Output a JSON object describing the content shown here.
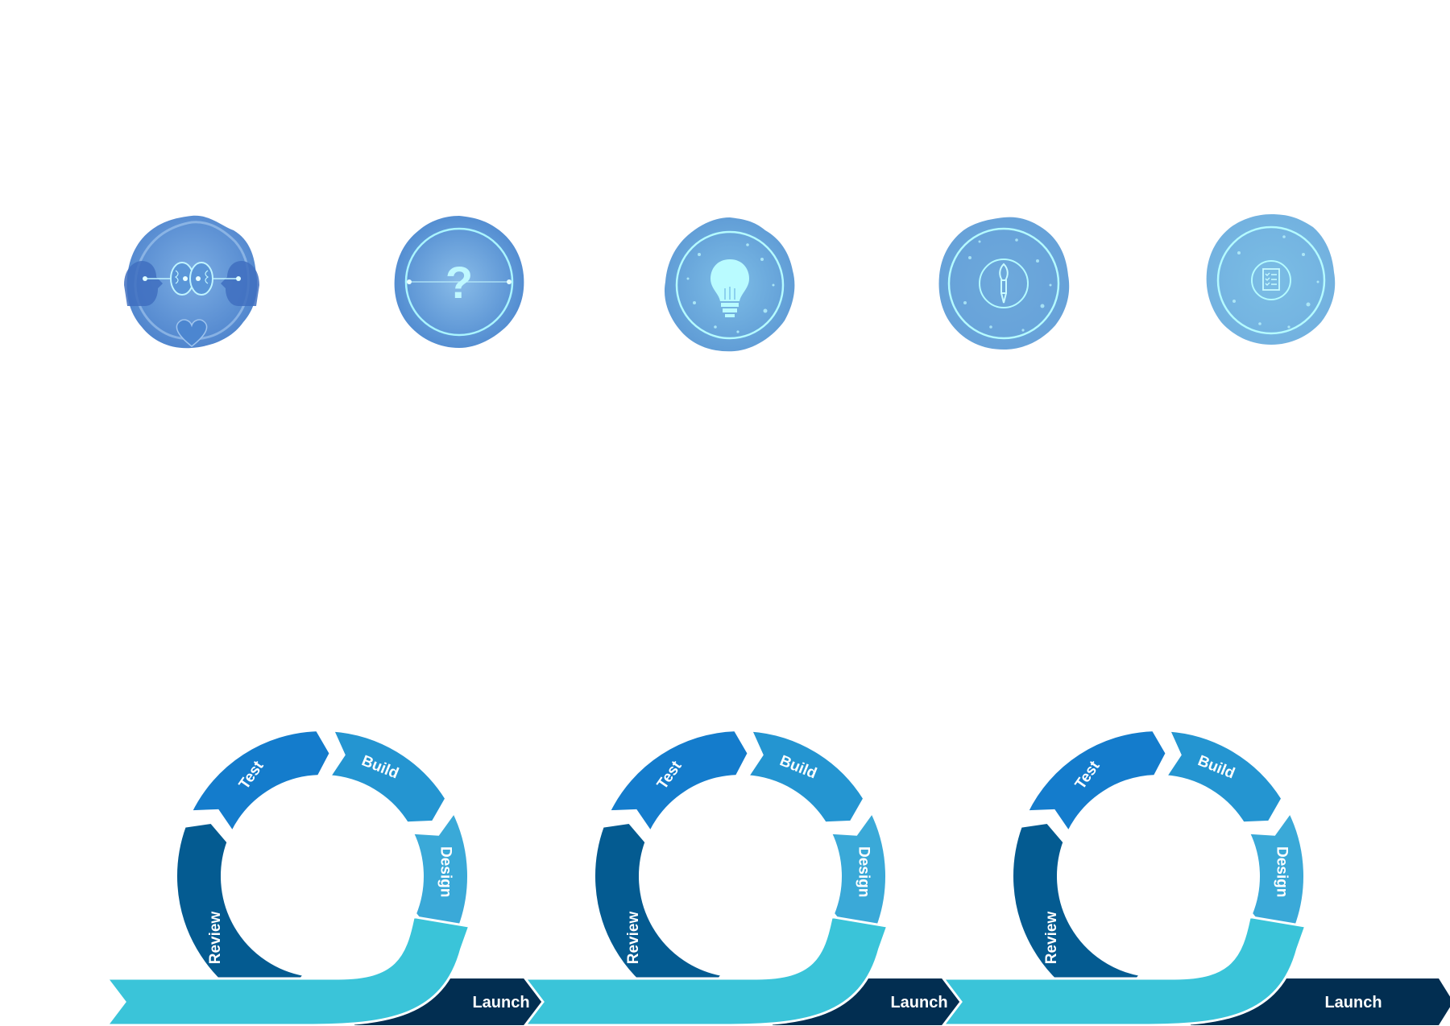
{
  "badges": [
    {
      "name": "empathy",
      "icon": "brain-heads-heart-icon"
    },
    {
      "name": "question",
      "icon": "question-mark-icon"
    },
    {
      "name": "idea",
      "icon": "lightbulb-icon"
    },
    {
      "name": "design",
      "icon": "paintbrush-icon"
    },
    {
      "name": "checklist",
      "icon": "document-checklist-icon"
    }
  ],
  "cycles": [
    {
      "segments": [
        "Review",
        "Test",
        "Build",
        "Design"
      ],
      "launch": "Launch"
    },
    {
      "segments": [
        "Review",
        "Test",
        "Build",
        "Design"
      ],
      "launch": "Launch"
    },
    {
      "segments": [
        "Review",
        "Test",
        "Build",
        "Design"
      ],
      "launch": "Launch"
    }
  ],
  "colors": {
    "review": "#045b91",
    "test": "#147ccc",
    "build": "#2495d1",
    "design": "#3aa9d8",
    "launch_band": "#3ac4d9",
    "launch_dark": "#022e51",
    "badge_fill": "#5b95d4",
    "badge_glow": "#9ff0f5"
  }
}
